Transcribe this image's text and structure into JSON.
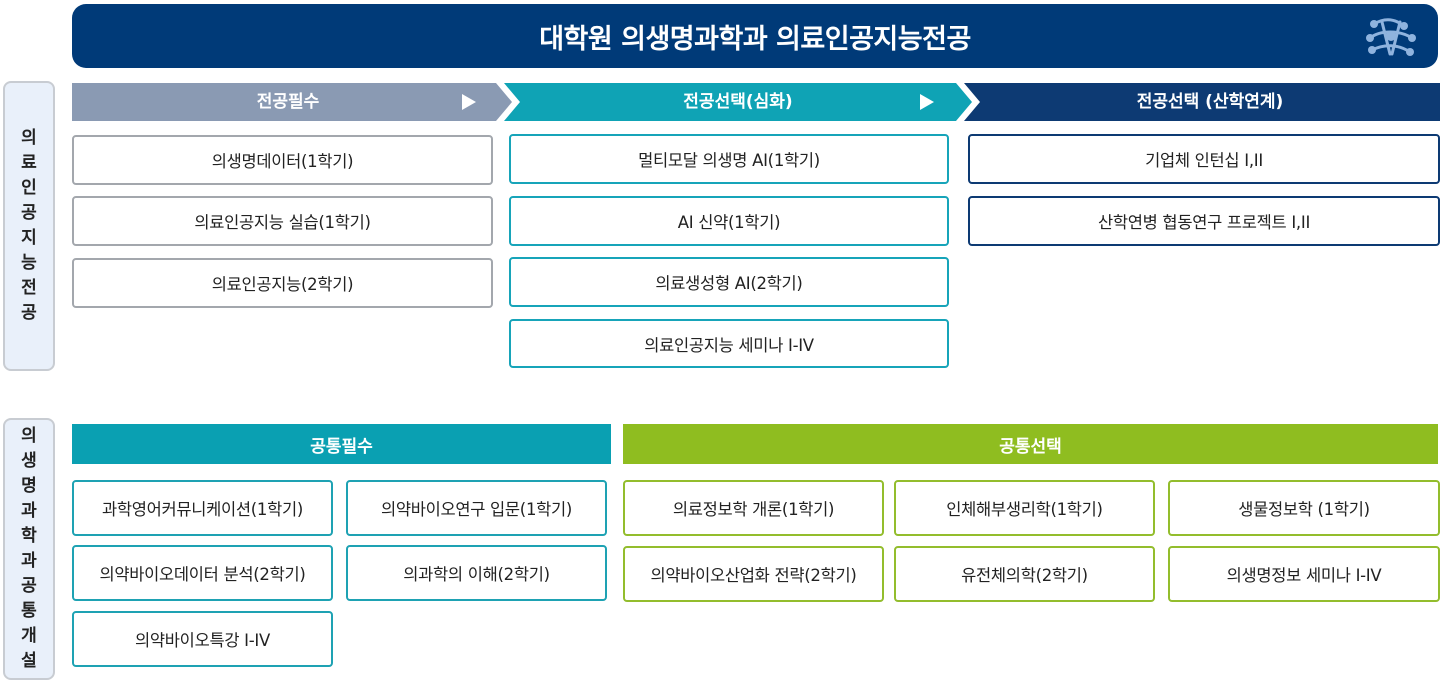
{
  "header": {
    "title": "대학원 의생명과학과 의료인공지능전공",
    "logo_icon": "network-logo-icon"
  },
  "side_labels": {
    "major": [
      "의",
      "료",
      "인",
      "공",
      "지",
      "능",
      "전",
      "공"
    ],
    "common": [
      "의",
      "생",
      "명",
      "과",
      "학",
      "과",
      "공",
      "통",
      "개",
      "설"
    ]
  },
  "colors": {
    "header": "#003a78",
    "stage1": "#8a9ab3",
    "stage2": "#0fa3b5",
    "stage3": "#0d3a73",
    "common_required": "#0aa0b2",
    "common_elective": "#8fbd20"
  },
  "major": {
    "required": {
      "label": "전공필수",
      "courses": [
        "의생명데이터(1학기)",
        "의료인공지능 실습(1학기)",
        "의료인공지능(2학기)"
      ]
    },
    "elective_advanced": {
      "label": "전공선택(심화)",
      "courses": [
        "멀티모달 의생명 AI(1학기)",
        "AI 신약(1학기)",
        "의료생성형 AI(2학기)",
        "의료인공지능 세미나 I-IV"
      ]
    },
    "elective_industry": {
      "label": "전공선택 (산학연계)",
      "courses": [
        "기업체 인턴십 I,II",
        "산학연병 협동연구 프로젝트 I,II"
      ]
    }
  },
  "common": {
    "required": {
      "label": "공통필수",
      "courses": [
        "과학영어커뮤니케이션(1학기)",
        "의약바이오연구 입문(1학기)",
        "의약바이오데이터 분석(2학기)",
        "의과학의 이해(2학기)",
        "의약바이오특강 I-IV"
      ]
    },
    "elective": {
      "label": "공통선택",
      "courses": [
        "의료정보학 개론(1학기)",
        "인체해부생리학(1학기)",
        "생물정보학 (1학기)",
        "의약바이오산업화 전략(2학기)",
        "유전체의학(2학기)",
        "의생명정보 세미나 I-IV"
      ]
    }
  }
}
